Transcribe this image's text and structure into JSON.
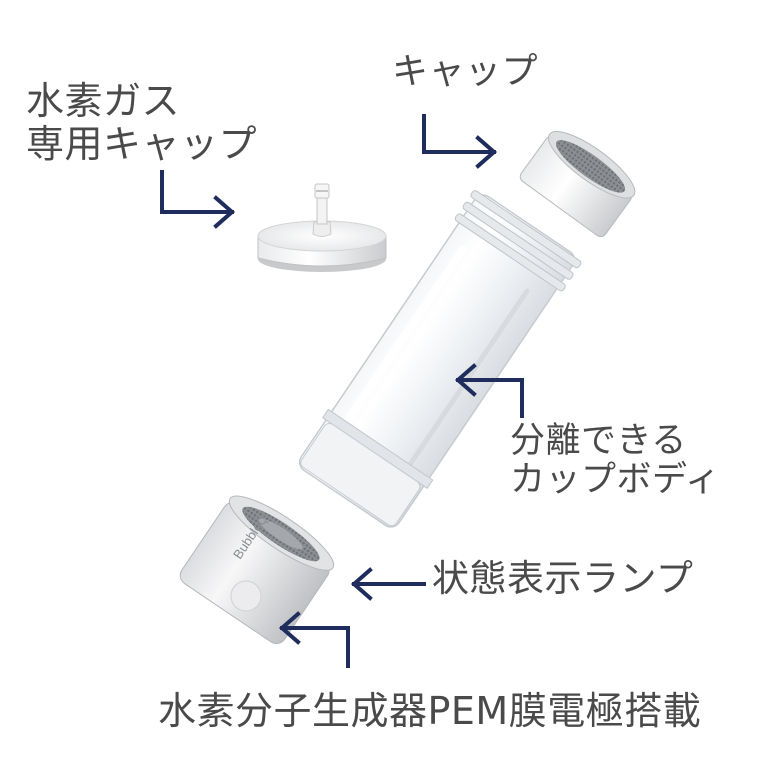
{
  "labels": {
    "h2_cap": [
      "水素ガス",
      "専用キャップ"
    ],
    "cap": "キャップ",
    "body": [
      "分離できる",
      "カップボディ"
    ],
    "lamp": "状態表示ランプ",
    "pem": "水素分子生成器PEM膜電極搭載"
  },
  "base_brand": "BubbleQ",
  "colors": {
    "arrow": "#1f2d5c",
    "text": "#4a4a4a"
  }
}
